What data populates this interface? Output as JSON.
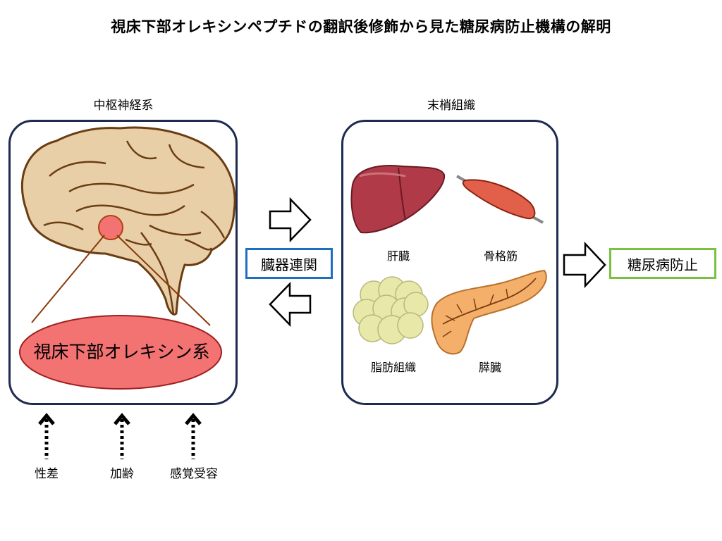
{
  "title": "視床下部オレキシンペプチドの翻訳後修飾から見た糖尿病防止機構の解明",
  "cns": {
    "label": "中枢神経系",
    "region_label": "視床下部オレキシン系"
  },
  "peripheral": {
    "label": "末梢組織",
    "organs": [
      {
        "name": "liver",
        "label": "肝臓"
      },
      {
        "name": "skeletal-muscle",
        "label": "骨格筋"
      },
      {
        "name": "adipose-tissue",
        "label": "脂肪組織"
      },
      {
        "name": "pancreas",
        "label": "膵臓"
      }
    ]
  },
  "interorgan": {
    "label": "臓器連関",
    "border_color": "#1f6fc0"
  },
  "outcome": {
    "label": "糖尿病防止",
    "border_color": "#7ac142"
  },
  "factors": [
    {
      "name": "sex-difference",
      "label": "性差"
    },
    {
      "name": "aging",
      "label": "加齢"
    },
    {
      "name": "sensory-perception",
      "label": "感覚受容"
    }
  ],
  "colors": {
    "panel_border": "#1f2a4f",
    "brain_fill": "#e8cfa8",
    "brain_outline": "#6b3d12",
    "orexin_fill": "#f37272",
    "liver_fill": "#b03a48",
    "muscle_fill": "#e2604a",
    "fat_fill": "#e8e8a8",
    "pancreas_fill": "#f4b06a"
  }
}
